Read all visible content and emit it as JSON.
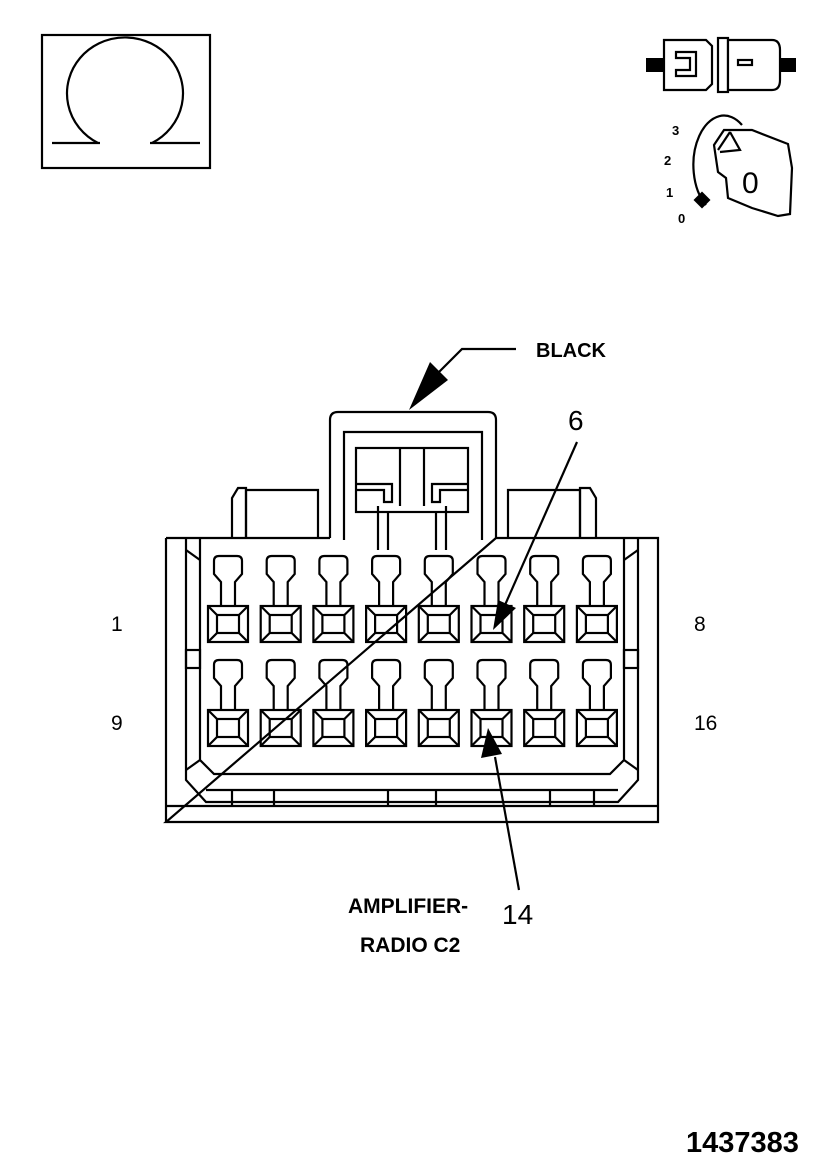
{
  "connector": {
    "color_label": "BLACK",
    "name_line1": "AMPLIFIER-",
    "name_line2": "RADIO C2",
    "row1_first": "1",
    "row1_last": "8",
    "row2_first": "9",
    "row2_last": "16",
    "callout_top": "6",
    "callout_bottom": "14",
    "pins_per_row": 8,
    "rows": 2
  },
  "key_positions": [
    "3",
    "2",
    "1",
    "0"
  ],
  "key_label": "0",
  "figure_id": "1437383",
  "icons": [
    "ohmmeter-icon",
    "connector-disconnected-icon",
    "ignition-key-off-icon"
  ]
}
